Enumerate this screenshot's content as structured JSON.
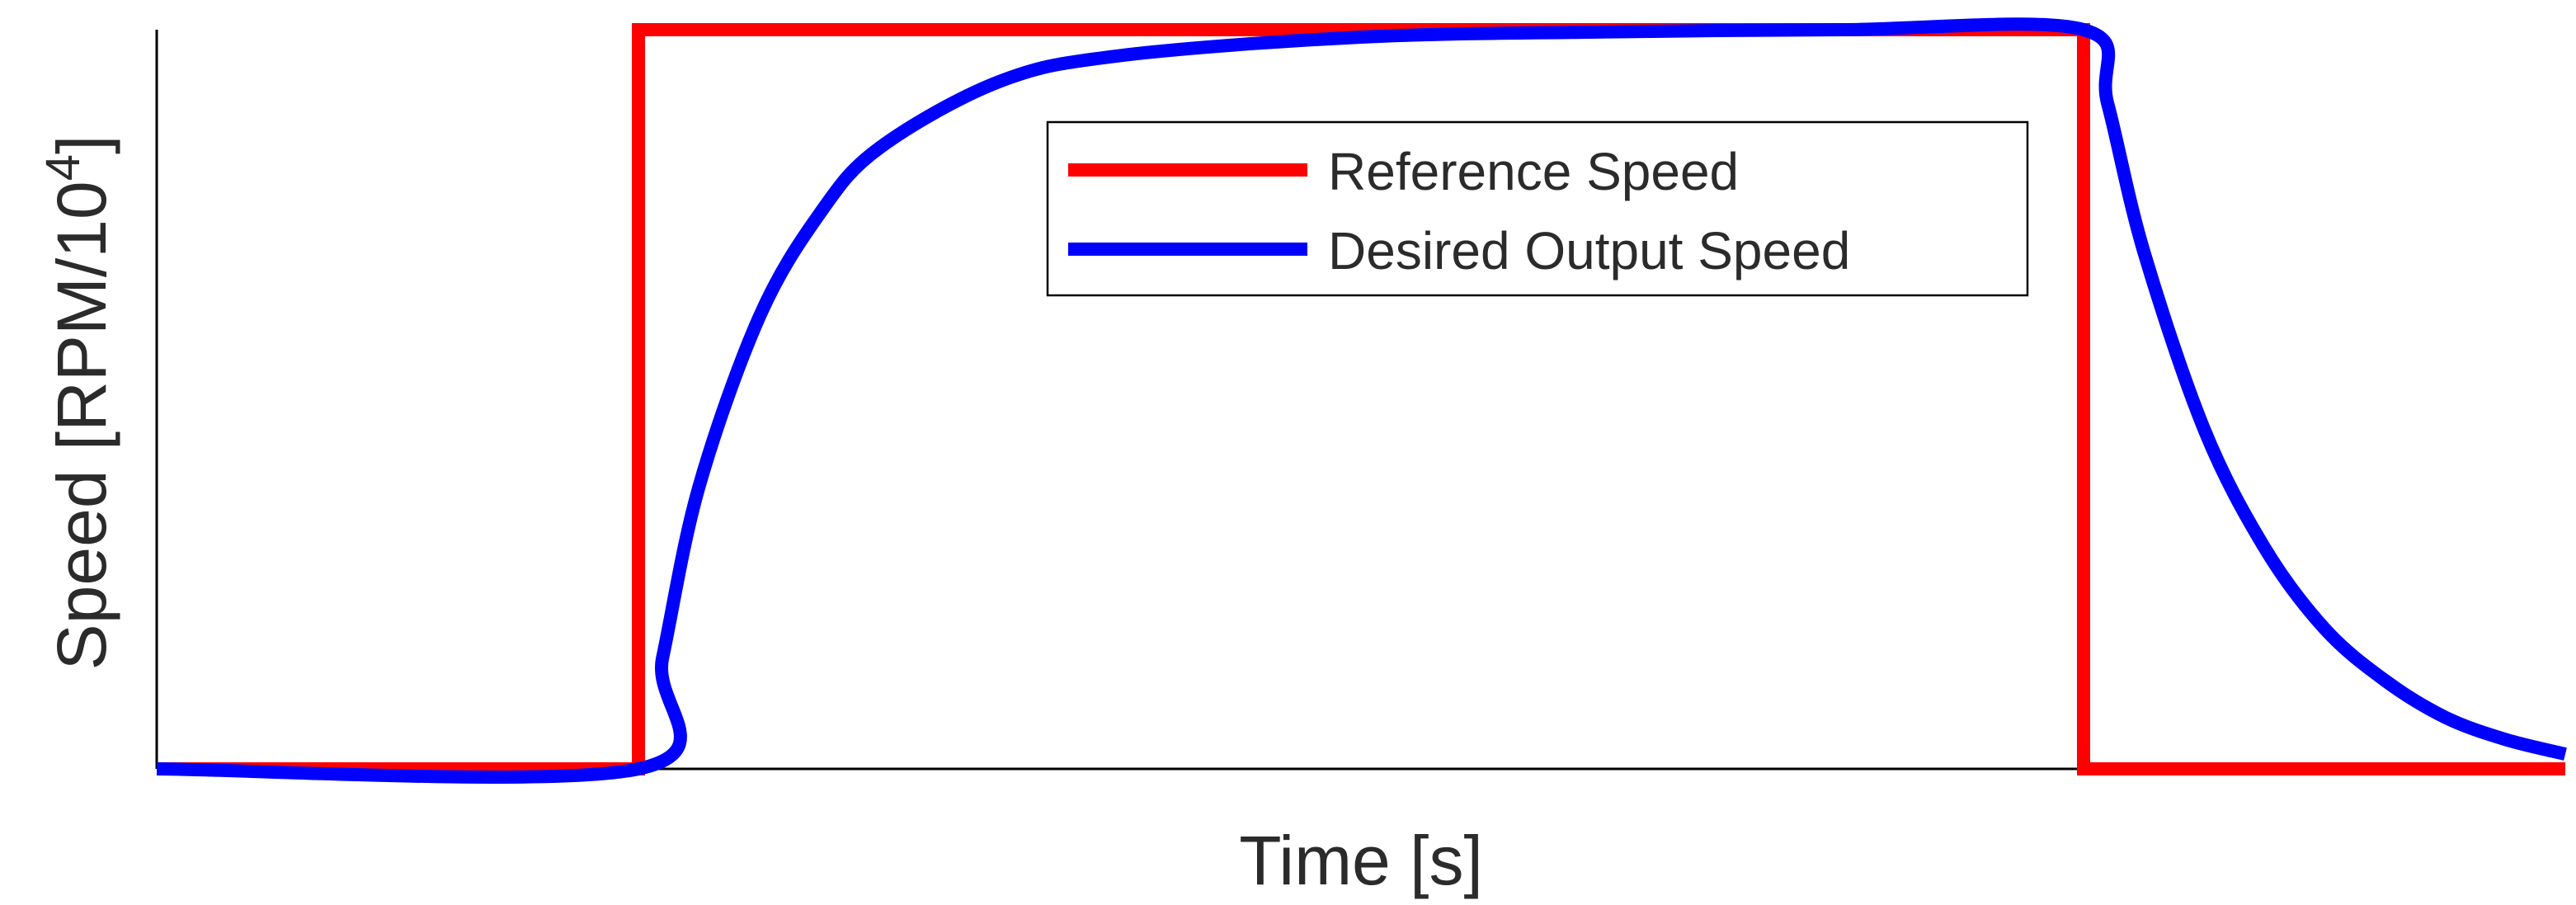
{
  "chart_data": {
    "type": "line",
    "title": "",
    "xlabel": "Time [s]",
    "ylabel": "Speed [RPM/10",
    "ylabel_superscript": "4",
    "ylabel_suffix": "]",
    "xlim": [
      0,
      10
    ],
    "ylim": [
      0,
      1
    ],
    "grid": false,
    "legend_position": "top-right",
    "series": [
      {
        "name": "Reference Speed",
        "color": "#ff0000",
        "x": [
          0,
          2.0,
          2.0,
          8.0,
          8.0,
          10
        ],
        "y": [
          0,
          0,
          1,
          1,
          0,
          0
        ]
      },
      {
        "name": "Desired Output Speed",
        "color": "#0000ff",
        "x": [
          0,
          2.0,
          2.1,
          2.25,
          2.5,
          2.75,
          3.0,
          3.5,
          4.0,
          5.0,
          6.0,
          7.0,
          8.0,
          8.1,
          8.25,
          8.5,
          8.75,
          9.0,
          9.25,
          9.5,
          9.75,
          10.0
        ],
        "y": [
          0,
          0,
          0.15,
          0.38,
          0.61,
          0.75,
          0.84,
          0.93,
          0.965,
          0.99,
          0.997,
          1.0,
          1.0,
          0.9,
          0.7,
          0.46,
          0.3,
          0.19,
          0.12,
          0.07,
          0.04,
          0.02
        ]
      }
    ]
  }
}
